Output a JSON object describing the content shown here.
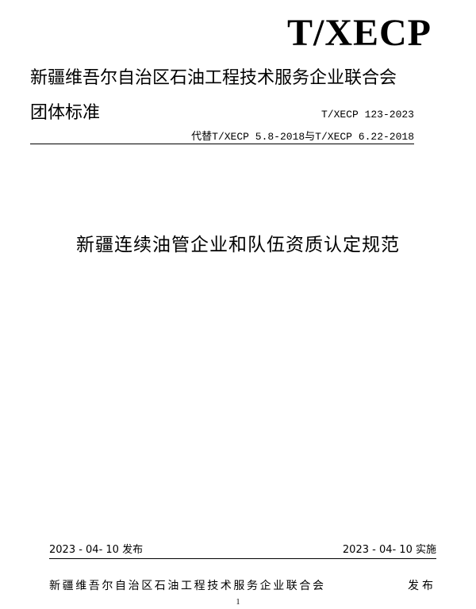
{
  "header": {
    "logo_text": "T/XECP",
    "organization": "新疆维吾尔自治区石油工程技术服务企业联合会",
    "standard_type": "团体标准",
    "standard_number": "T/XECP 123-2023",
    "replaces": "代替T/XECP 5.8-2018与T/XECP 6.22-2018"
  },
  "main": {
    "title": "新疆连续油管企业和队伍资质认定规范"
  },
  "footer": {
    "issue_date": "2023 - 04- 10 发布",
    "implementation_date": "2023 - 04- 10 实施",
    "publisher": "新疆维吾尔自治区石油工程技术服务企业联合会",
    "publish_word": "发布",
    "page_number": "1"
  }
}
